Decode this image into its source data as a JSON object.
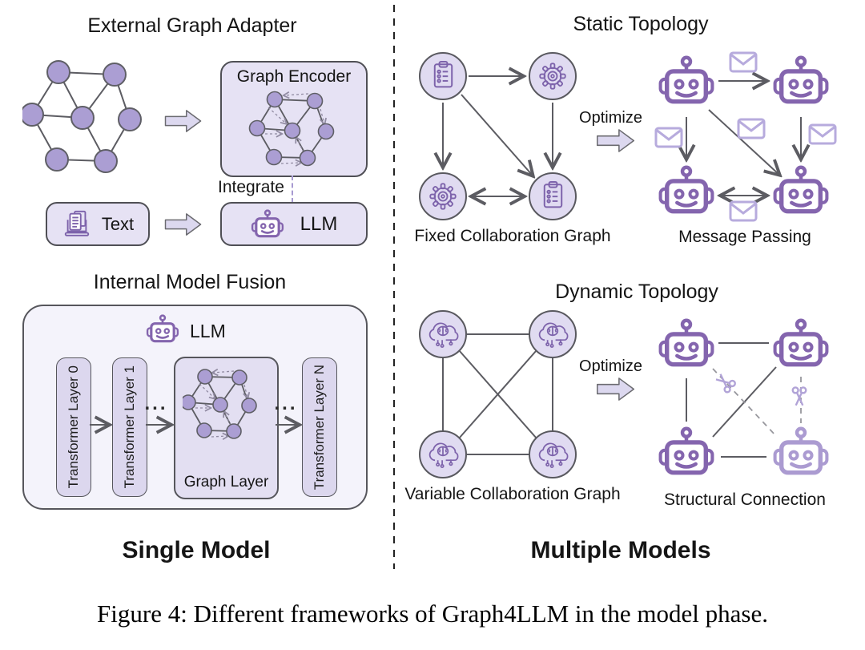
{
  "figure": {
    "caption": "Figure 4: Different frameworks of Graph4LLM in the model phase.",
    "single_model_label": "Single Model",
    "multiple_models_label": "Multiple Models"
  },
  "external_graph_adapter": {
    "title": "External Graph Adapter",
    "graph_encoder_label": "Graph Encoder",
    "integrate_label": "Integrate",
    "text_label": "Text",
    "llm_label": "LLM"
  },
  "internal_model_fusion": {
    "title": "Internal Model Fusion",
    "llm_label": "LLM",
    "transformer_layers": [
      "Transformer Layer 0",
      "Transformer Layer 1",
      "Transformer Layer N"
    ],
    "graph_layer_label": "Graph Layer",
    "ellipsis": "..."
  },
  "static_topology": {
    "title": "Static Topology",
    "fixed_graph_label": "Fixed Collaboration Graph",
    "optimize_label": "Optimize",
    "message_passing_label": "Message Passing"
  },
  "dynamic_topology": {
    "title": "Dynamic Topology",
    "variable_graph_label": "Variable Collaboration Graph",
    "optimize_label": "Optimize",
    "structural_connection_label": "Structural Connection"
  },
  "icons": {
    "robot": "robot-face-outline",
    "gear": "gear-outline",
    "clipboard": "checklist-clipboard",
    "brain_cloud": "brain-in-cloud",
    "envelope": "mail-envelope",
    "scissors": "scissors",
    "text_document": "documents-on-laptop",
    "block_arrow": "right-block-arrow"
  },
  "colors": {
    "icon_purple": "#7d63ab",
    "robot_purple": "#8465ae",
    "robot_faded": "#ab9bd1",
    "envelope_purple": "#b7abdd",
    "scissors_purple": "#b1a3d7",
    "node_fill": "#ab9ed3",
    "node_stroke": "#5f5f66",
    "edge_gray": "#5c5c62",
    "box_fill": "#e6e2f4",
    "box_border": "#4f4f55",
    "pill_fill": "#dcd7ee",
    "panel_fill": "#f4f3fb",
    "block_arrow_fill": "#dcd8ef",
    "circle_fill": "#e0dbf1",
    "integrate_dash": "#a79ad1",
    "text_color": "#151515"
  }
}
